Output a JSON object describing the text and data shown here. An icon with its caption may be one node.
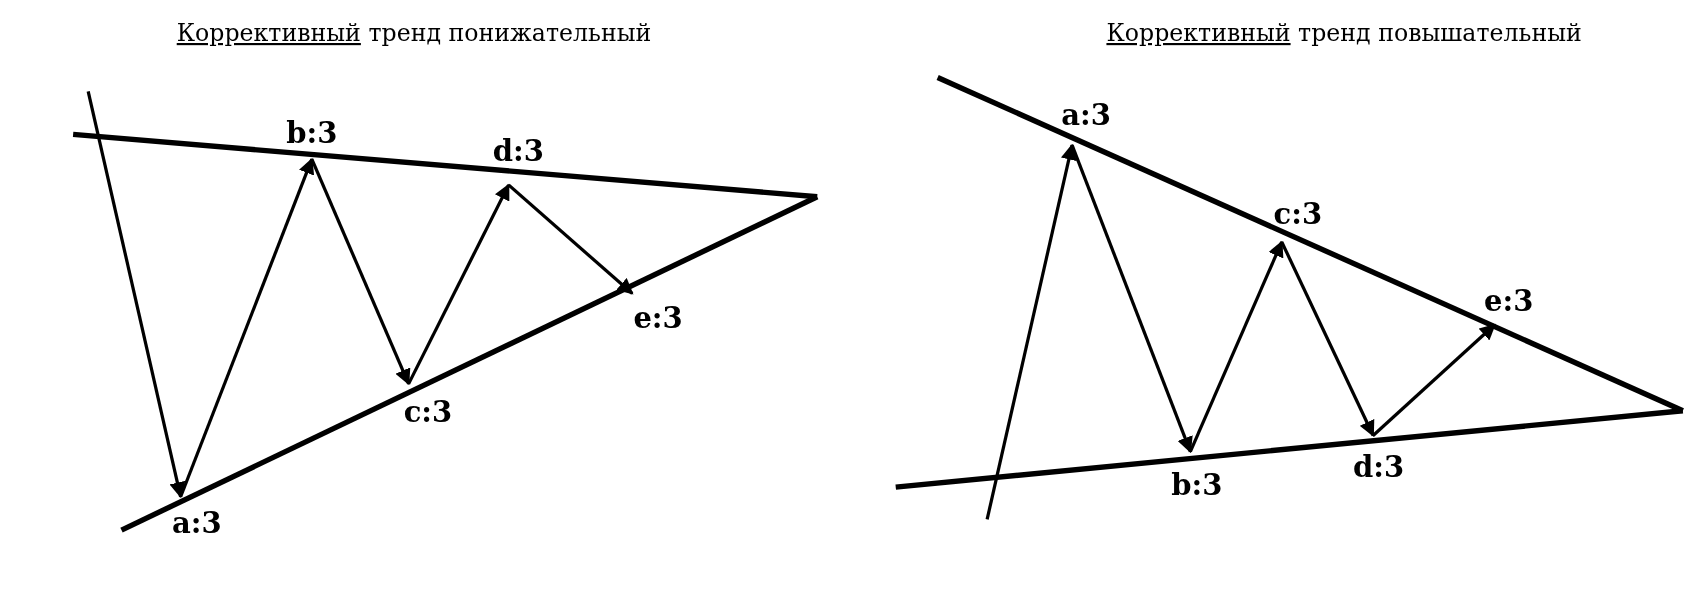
{
  "diagram": {
    "nodes": [
      {
        "text": [
          "a:3"
        ]
      },
      {
        "text": [
          "b:3"
        ]
      },
      {
        "text": [
          "c:3"
        ]
      },
      {
        "text": [
          "d:3"
        ]
      },
      {
        "text": [
          "e:3"
        ]
      },
      {
        "text": [
          "a:3"
        ]
      },
      {
        "text": [
          "b:3"
        ]
      },
      {
        "text": [
          "c:3"
        ]
      },
      {
        "text": [
          "d:3"
        ]
      },
      {
        "text": [
          "e:3"
        ]
      }
    ],
    "edges": [
      {
        "from": null,
        "to": 0,
        "arrow": "to"
      },
      {
        "from": 0,
        "to": 1,
        "arrow": "to"
      },
      {
        "from": 1,
        "to": 2,
        "arrow": "to"
      },
      {
        "from": 2,
        "to": 3,
        "arrow": "to"
      },
      {
        "from": 3,
        "to": 4,
        "arrow": "to"
      },
      {
        "from": null,
        "to": 5,
        "arrow": "to"
      },
      {
        "from": 5,
        "to": 6,
        "arrow": "to"
      },
      {
        "from": 6,
        "to": 7,
        "arrow": "to"
      },
      {
        "from": 7,
        "to": 8,
        "arrow": "to"
      },
      {
        "from": 8,
        "to": 9,
        "arrow": "to"
      }
    ],
    "labels": [
      "Коррективный тренд понижательный",
      "Коррективный тренд повышательный"
    ]
  }
}
